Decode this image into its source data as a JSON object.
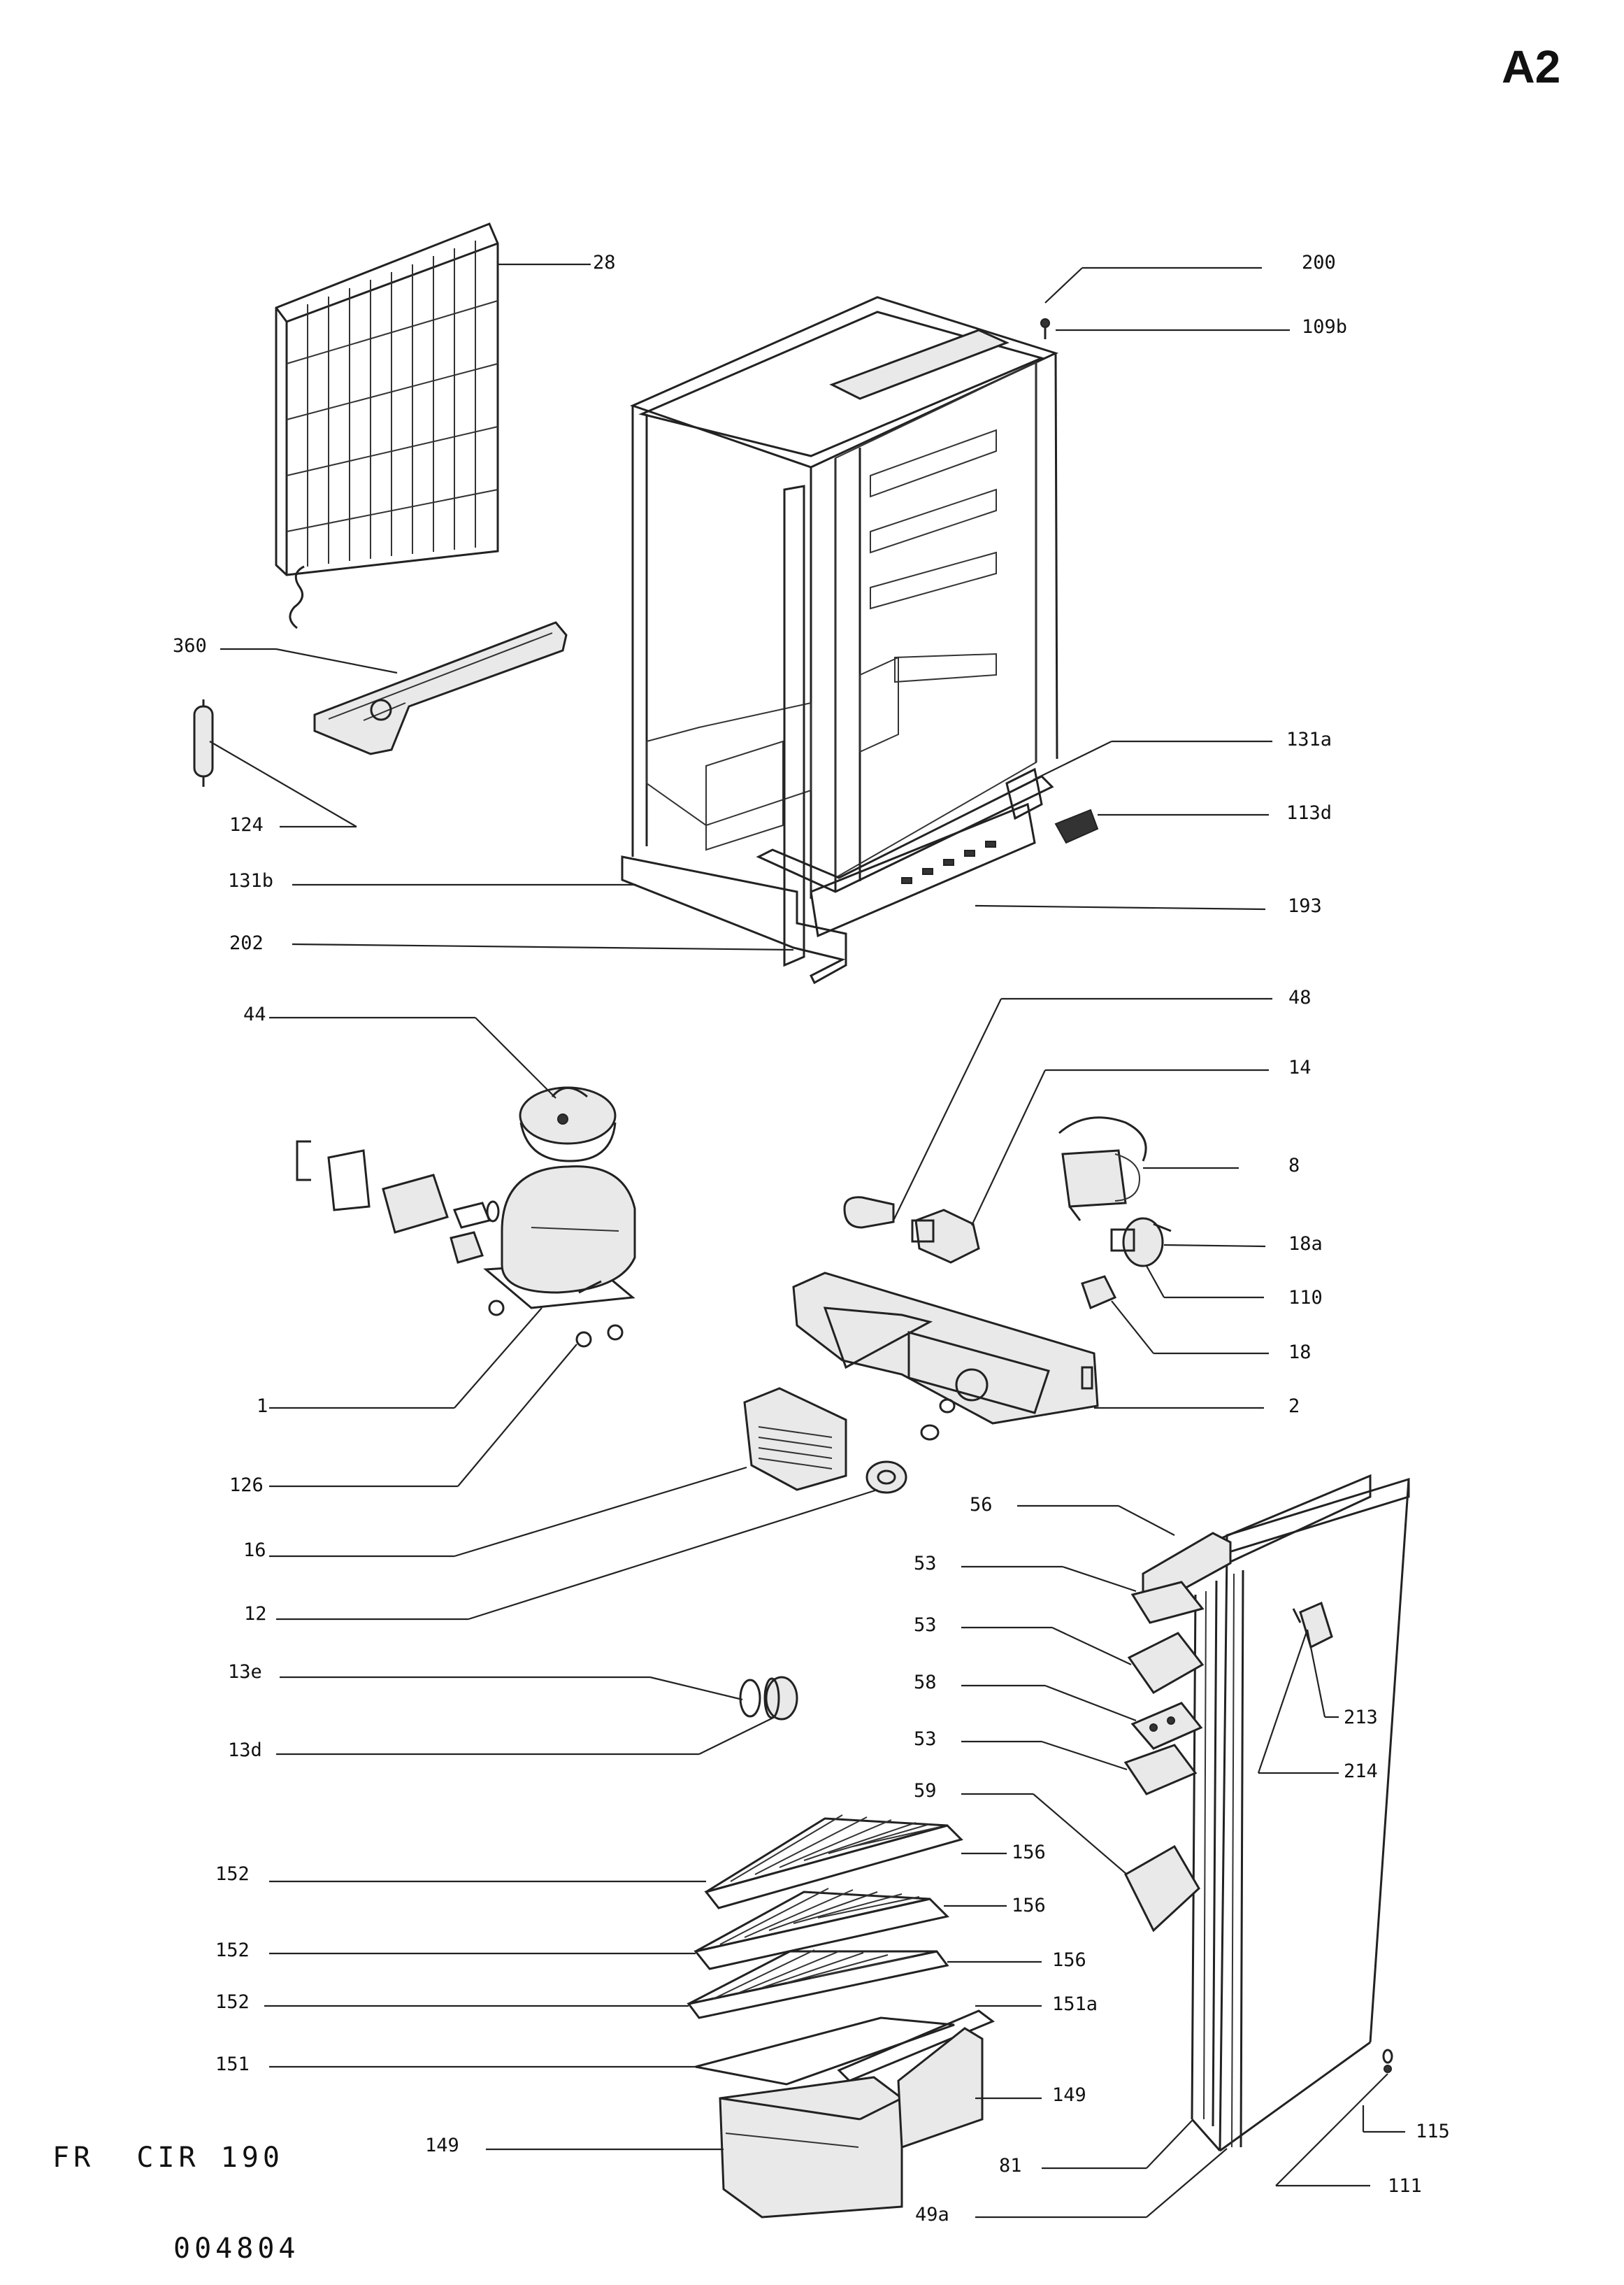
{
  "sheet_id": "A2",
  "footer": {
    "model": "FR  CIR 190",
    "doc_number": "004804"
  },
  "labels": {
    "l28": "28",
    "l200": "200",
    "l109b": "109b",
    "l360": "360",
    "l124": "124",
    "l131a": "131a",
    "l113d": "113d",
    "l131b": "131b",
    "l193": "193",
    "l202": "202",
    "l48": "48",
    "l44": "44",
    "l14": "14",
    "l8": "8",
    "l18a": "18a",
    "l110": "110",
    "l18": "18",
    "l1": "1",
    "l2": "2",
    "l126": "126",
    "l56": "56",
    "l16": "16",
    "l53a": "53",
    "l12": "12",
    "l53b": "53",
    "l13e": "13e",
    "l58": "58",
    "l213": "213",
    "l53c": "53",
    "l13d": "13d",
    "l214": "214",
    "l59": "59",
    "l152a": "152",
    "l156a": "156",
    "l156b": "156",
    "l152b": "152",
    "l156c": "156",
    "l152c": "152",
    "l151a": "151a",
    "l151": "151",
    "l149b": "149",
    "l149a": "149",
    "l115": "115",
    "l81": "81",
    "l111": "111",
    "l49a": "49a"
  }
}
